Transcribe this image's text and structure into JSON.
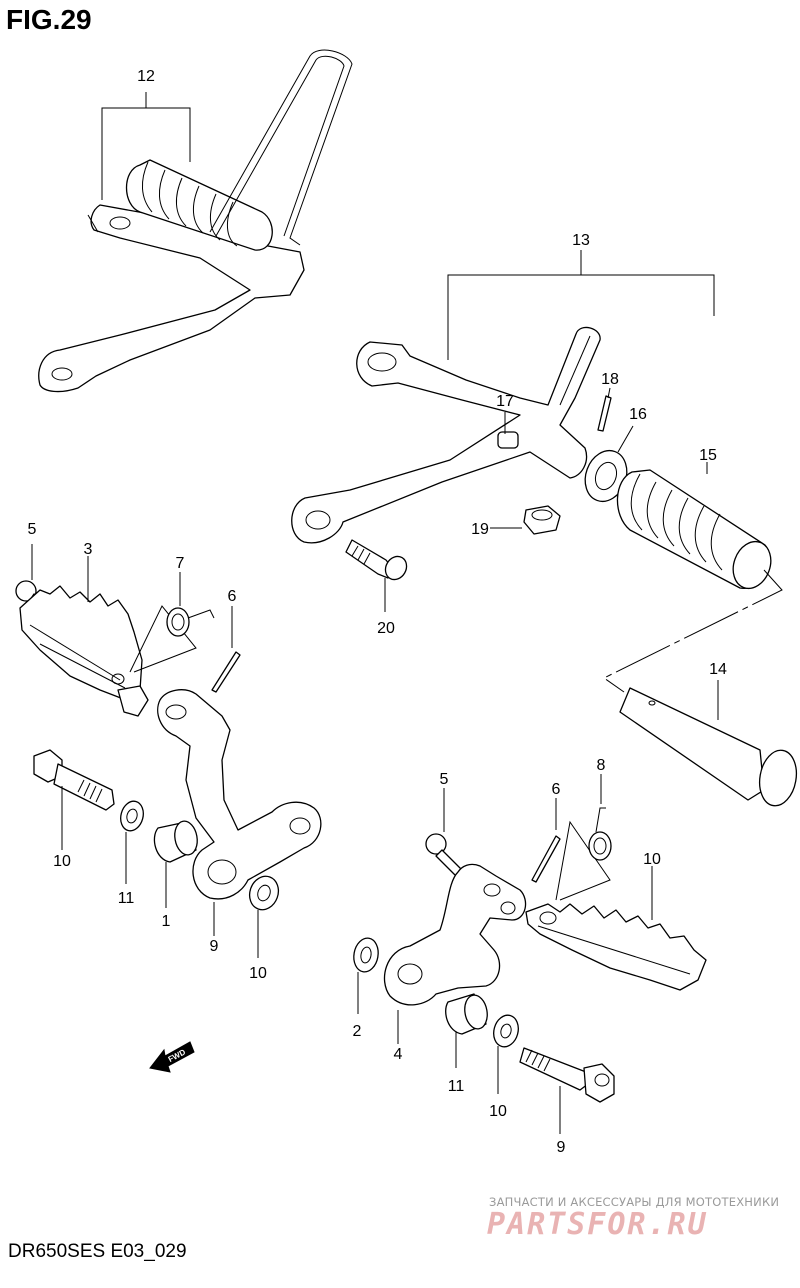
{
  "figure": {
    "title": "FIG.29",
    "code": "DR650SES E03_029"
  },
  "callouts": [
    {
      "id": "c12",
      "label": "12"
    },
    {
      "id": "c13",
      "label": "13"
    },
    {
      "id": "c18",
      "label": "18"
    },
    {
      "id": "c17",
      "label": "17"
    },
    {
      "id": "c16",
      "label": "16"
    },
    {
      "id": "c15",
      "label": "15"
    },
    {
      "id": "c19",
      "label": "19"
    },
    {
      "id": "c20",
      "label": "20"
    },
    {
      "id": "c14",
      "label": "14"
    },
    {
      "id": "c5a",
      "label": "5"
    },
    {
      "id": "c3",
      "label": "3"
    },
    {
      "id": "c7",
      "label": "7"
    },
    {
      "id": "c6a",
      "label": "6"
    },
    {
      "id": "c9a",
      "label": "9"
    },
    {
      "id": "c10a",
      "label": "10"
    },
    {
      "id": "c11a",
      "label": "11"
    },
    {
      "id": "c1",
      "label": "1"
    },
    {
      "id": "c10b",
      "label": "10"
    },
    {
      "id": "c5b",
      "label": "5"
    },
    {
      "id": "c6b",
      "label": "6"
    },
    {
      "id": "c8",
      "label": "8"
    },
    {
      "id": "c4",
      "label": "4"
    },
    {
      "id": "c10c",
      "label": "10"
    },
    {
      "id": "c2",
      "label": "2"
    },
    {
      "id": "c11b",
      "label": "11"
    },
    {
      "id": "c10d",
      "label": "10"
    },
    {
      "id": "c9b",
      "label": "9"
    }
  ],
  "fwd_arrow": {
    "label": "FWD"
  },
  "watermark": {
    "tagline": "ЗАПЧАСТИ И АКСЕССУАРЫ ДЛЯ МОТОТЕХНИКИ",
    "brand": "PARTSFOR.RU"
  }
}
